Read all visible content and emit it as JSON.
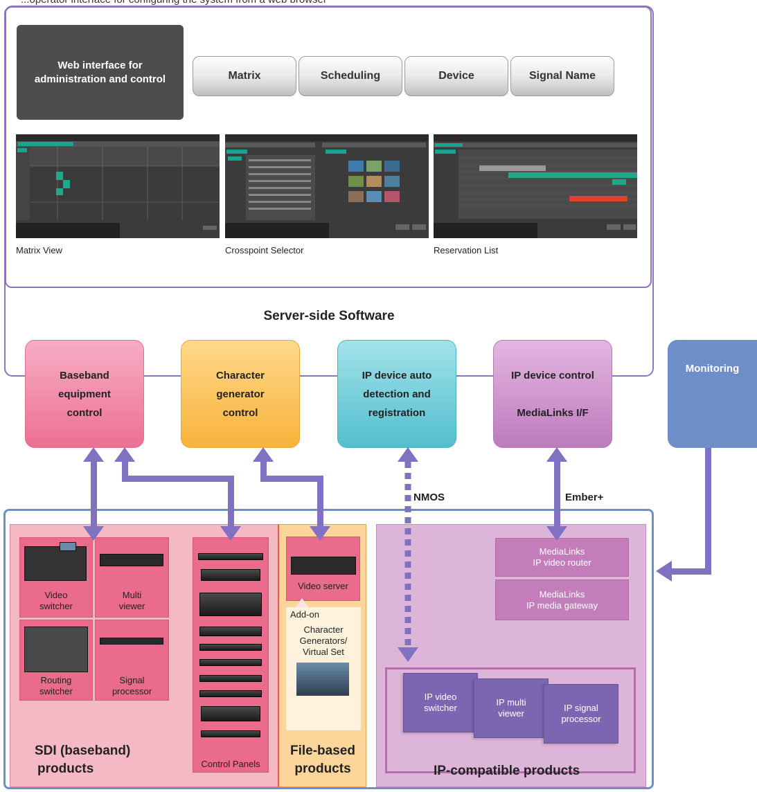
{
  "top_caption": "...operator interface for configuring the system from a web browser",
  "web_ui": {
    "title": "Web interface for administration and control",
    "tabs": [
      "Matrix",
      "Scheduling",
      "Device",
      "Signal Name"
    ],
    "screenshots": [
      {
        "label": "Matrix View"
      },
      {
        "label": "Crosspoint Selector"
      },
      {
        "label": "Reservation List"
      }
    ]
  },
  "server_title": "Server-side Software",
  "modules": [
    {
      "line1": "Baseband",
      "line2": "equipment",
      "line3": "control"
    },
    {
      "line1": "Character",
      "line2": "generator",
      "line3": "control"
    },
    {
      "line1": "IP device auto",
      "line2": "detection and",
      "line3": "registration"
    },
    {
      "line1": "IP device control",
      "line2": "",
      "line3": "MediaLinks I/F"
    }
  ],
  "monitoring": "Monitoring",
  "protocols": {
    "nmos": "NMOS",
    "ember": "Ember+"
  },
  "sdi": {
    "title_line1": "SDI (baseband)",
    "title_line2": "products",
    "devices": [
      {
        "line1": "Video",
        "line2": "switcher"
      },
      {
        "line1": "Multi",
        "line2": "viewer"
      },
      {
        "line1": "Routing",
        "line2": "switcher"
      },
      {
        "line1": "Signal",
        "line2": "processor"
      }
    ],
    "panels_label": "Control Panels"
  },
  "file": {
    "title_line1": "File-based",
    "title_line2": "products",
    "server_label": "Video server",
    "addon_label": "Add-on",
    "addon_line1": "Character",
    "addon_line2": "Generators/",
    "addon_line3": "Virtual Set"
  },
  "ip": {
    "title": "IP-compatible products",
    "router": {
      "line1": "MediaLinks",
      "line2": "IP video router"
    },
    "gateway": {
      "line1": "MediaLinks",
      "line2": "IP media gateway"
    },
    "devices": [
      {
        "line1": "IP video",
        "line2": "switcher"
      },
      {
        "line1": "IP multi",
        "line2": "viewer"
      },
      {
        "line1": "IP signal",
        "line2": "processor"
      }
    ]
  },
  "colors": {
    "frame_purple": "#8c74b8",
    "arrow_purple": "#8072c0",
    "monitor_blue": "#6e8ec9",
    "sdi_pink": "#f5b9c6",
    "card_pink": "#ea6b8c",
    "file_orange": "#fbd59a",
    "ip_mauve": "#dcb5d9",
    "ip_card": "#7c66b1"
  }
}
